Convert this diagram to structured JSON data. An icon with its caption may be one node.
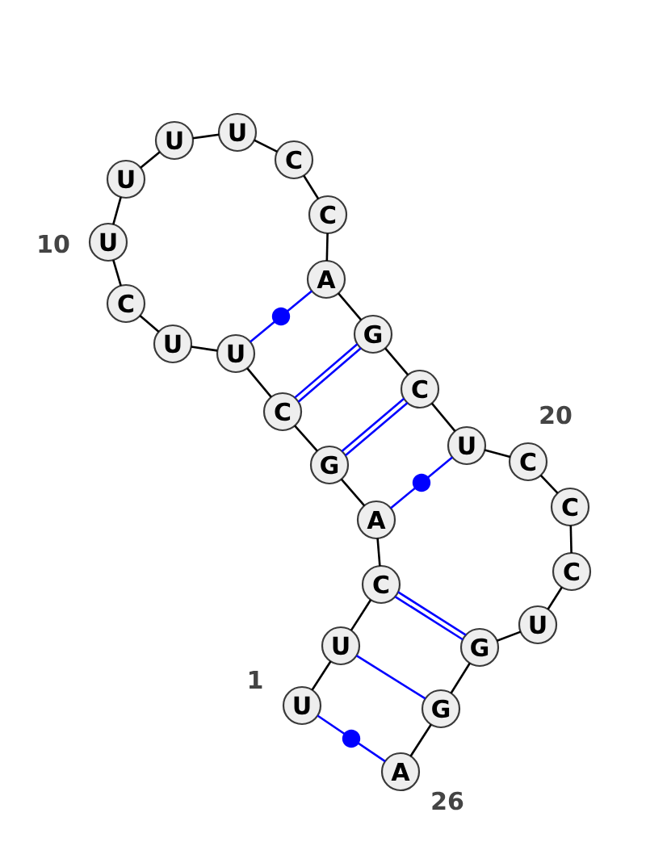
{
  "diagram": {
    "nodes": [
      {
        "text": [
          "U"
        ],
        "beside": [
          "1"
        ]
      },
      {
        "text": [
          "U"
        ]
      },
      {
        "text": [
          "C"
        ]
      },
      {
        "text": [
          "A"
        ]
      },
      {
        "text": [
          "G"
        ]
      },
      {
        "text": [
          "C"
        ]
      },
      {
        "text": [
          "U"
        ]
      },
      {
        "text": [
          "U"
        ]
      },
      {
        "text": [
          "C"
        ]
      },
      {
        "text": [
          "U"
        ],
        "beside": [
          "10"
        ]
      },
      {
        "text": [
          "U"
        ]
      },
      {
        "text": [
          "U"
        ]
      },
      {
        "text": [
          "U"
        ]
      },
      {
        "text": [
          "C"
        ]
      },
      {
        "text": [
          "C"
        ]
      },
      {
        "text": [
          "A"
        ]
      },
      {
        "text": [
          "G"
        ]
      },
      {
        "text": [
          "C"
        ]
      },
      {
        "text": [
          "U"
        ]
      },
      {
        "text": [
          "C"
        ],
        "beside": [
          "20"
        ]
      },
      {
        "text": [
          "C"
        ]
      },
      {
        "text": [
          "C"
        ]
      },
      {
        "text": [
          "U"
        ]
      },
      {
        "text": [
          "G"
        ]
      },
      {
        "text": [
          "G"
        ]
      },
      {
        "text": [
          "A"
        ],
        "beside": [
          "26"
        ]
      }
    ],
    "edges": [
      {
        "from": 0,
        "to": 1,
        "arrow": "none"
      },
      {
        "from": 1,
        "to": 2,
        "arrow": "none"
      },
      {
        "from": 2,
        "to": 3,
        "arrow": "none"
      },
      {
        "from": 3,
        "to": 4,
        "arrow": "none"
      },
      {
        "from": 4,
        "to": 5,
        "arrow": "none"
      },
      {
        "from": 5,
        "to": 6,
        "arrow": "none"
      },
      {
        "from": 6,
        "to": 7,
        "arrow": "none"
      },
      {
        "from": 7,
        "to": 8,
        "arrow": "none"
      },
      {
        "from": 8,
        "to": 9,
        "arrow": "none"
      },
      {
        "from": 9,
        "to": 10,
        "arrow": "none"
      },
      {
        "from": 10,
        "to": 11,
        "arrow": "none"
      },
      {
        "from": 11,
        "to": 12,
        "arrow": "none"
      },
      {
        "from": 12,
        "to": 13,
        "arrow": "none"
      },
      {
        "from": 13,
        "to": 14,
        "arrow": "none"
      },
      {
        "from": 14,
        "to": 15,
        "arrow": "none"
      },
      {
        "from": 15,
        "to": 16,
        "arrow": "none"
      },
      {
        "from": 16,
        "to": 17,
        "arrow": "none"
      },
      {
        "from": 17,
        "to": 18,
        "arrow": "none"
      },
      {
        "from": 18,
        "to": 19,
        "arrow": "none"
      },
      {
        "from": 19,
        "to": 20,
        "arrow": "none"
      },
      {
        "from": 20,
        "to": 21,
        "arrow": "none"
      },
      {
        "from": 21,
        "to": 22,
        "arrow": "none"
      },
      {
        "from": 22,
        "to": 23,
        "arrow": "none"
      },
      {
        "from": 23,
        "to": 24,
        "arrow": "none"
      },
      {
        "from": 24,
        "to": 25,
        "arrow": "none"
      },
      {
        "from": 0,
        "to": 25,
        "arrow": "none",
        "color": "#0000ff"
      },
      {
        "from": 1,
        "to": 24,
        "arrow": "none",
        "color": "#0000ff"
      },
      {
        "from": 2,
        "to": 23,
        "arrow": "none",
        "color": "#0000ff"
      },
      {
        "from": 2,
        "to": 23,
        "arrow": "none",
        "color": "#0000ff"
      },
      {
        "from": 3,
        "to": 18,
        "arrow": "none",
        "color": "#0000ff"
      },
      {
        "from": 4,
        "to": 17,
        "arrow": "none",
        "color": "#0000ff"
      },
      {
        "from": 4,
        "to": 17,
        "arrow": "none",
        "color": "#0000ff"
      },
      {
        "from": 5,
        "to": 16,
        "arrow": "none",
        "color": "#0000ff"
      },
      {
        "from": 5,
        "to": 16,
        "arrow": "none",
        "color": "#0000ff"
      },
      {
        "from": 6,
        "to": 15,
        "arrow": "none",
        "color": "#0000ff"
      }
    ]
  }
}
